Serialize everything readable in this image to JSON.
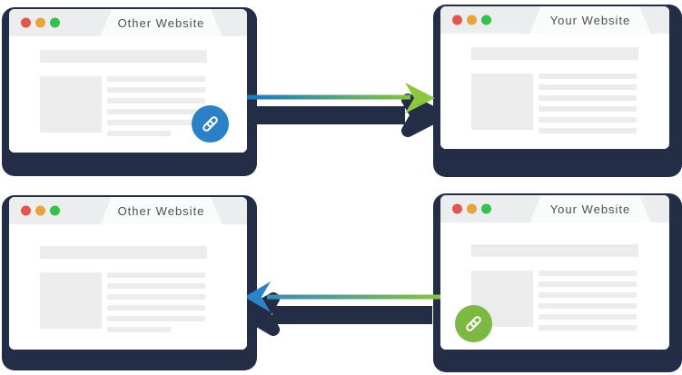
{
  "diagram": {
    "rows": 2,
    "layout": "two browser windows per row connected by a gradient link arrow"
  },
  "windows": [
    {
      "key": "top-left",
      "tab_title": "Other Website",
      "badge": "blue-link-icon"
    },
    {
      "key": "top-right",
      "tab_title": "Your Website",
      "badge": null
    },
    {
      "key": "bottom-left",
      "tab_title": "Other Website",
      "badge": null
    },
    {
      "key": "bottom-right",
      "tab_title": "Your Website",
      "badge": "green-link-icon"
    }
  ],
  "arrows": [
    {
      "key": "top",
      "direction": "left-to-right",
      "from": "Other Website",
      "to": "Your Website",
      "gradient": [
        "#1e78c0",
        "#8dc63f"
      ]
    },
    {
      "key": "bottom",
      "direction": "right-to-left",
      "from": "Your Website",
      "to": "Other Website",
      "gradient": [
        "#2e82c6",
        "#8dc63f"
      ]
    }
  ],
  "icons": {
    "link": "chain-link-icon",
    "traffic_lights": [
      "red-dot-icon",
      "yellow-dot-icon",
      "green-dot-icon"
    ]
  },
  "colors": {
    "shadow_navy": "#232d45",
    "window_bg": "#ffffff",
    "header_bg": "#ebedee",
    "tab_bg": "#fafbfb",
    "tab_text": "#4a5158",
    "placeholder_gray": "#ececec",
    "dot_red": "#e2574c",
    "dot_yellow": "#e8a33d",
    "dot_green": "#33c24d",
    "link_badge_blue": "#2b81c8",
    "link_badge_green": "#7db843",
    "arrow_blue": "#1e78c0",
    "arrow_green": "#8dc63f"
  }
}
